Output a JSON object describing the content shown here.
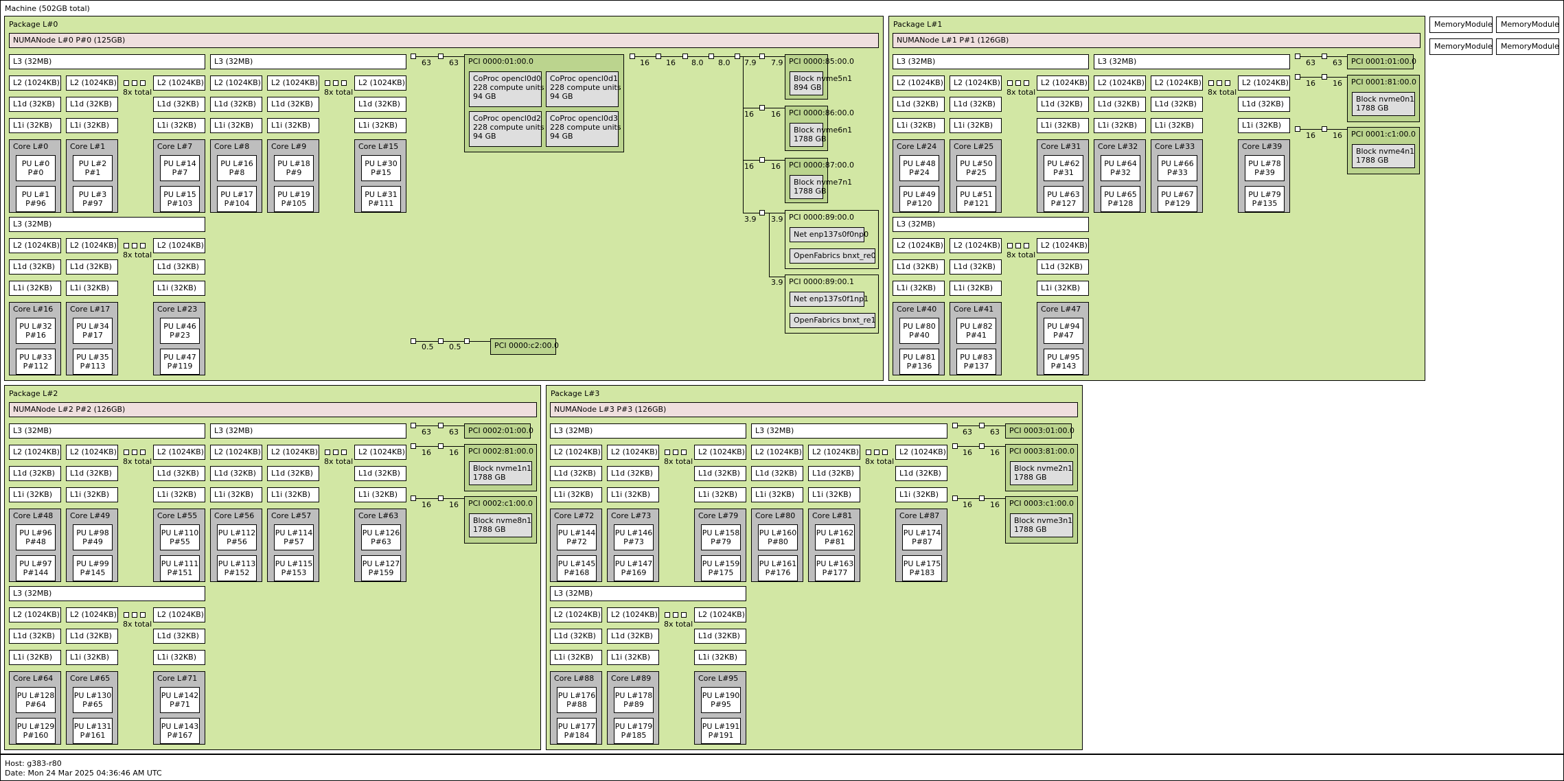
{
  "machine_title": "Machine (502GB total)",
  "footer": {
    "host": "Host: g383-r80",
    "date": "Date: Mon 24 Mar 2025 04:36:46 AM UTC"
  },
  "memory_modules": [
    "MemoryModule",
    "MemoryModule",
    "MemoryModule",
    "MemoryModule"
  ],
  "l2_label": "L2 (1024KB)",
  "l1d_label": "L1d (32KB)",
  "l1i_label": "L1i (32KB)",
  "l3_label": "L3 (32MB)",
  "total_label": "8x total",
  "packages": [
    {
      "title": "Package L#0",
      "numa": "NUMANode L#0 P#0 (125GB)",
      "groups": [
        {
          "cores": [
            {
              "name": "Core L#0",
              "pu": [
                [
                  "PU L#0",
                  "P#0"
                ],
                [
                  "PU L#1",
                  "P#96"
                ]
              ]
            },
            {
              "name": "Core L#1",
              "pu": [
                [
                  "PU L#2",
                  "P#1"
                ],
                [
                  "PU L#3",
                  "P#97"
                ]
              ]
            },
            {
              "name": "Core L#7",
              "pu": [
                [
                  "PU L#14",
                  "P#7"
                ],
                [
                  "PU L#15",
                  "P#103"
                ]
              ]
            }
          ]
        },
        {
          "cores": [
            {
              "name": "Core L#8",
              "pu": [
                [
                  "PU L#16",
                  "P#8"
                ],
                [
                  "PU L#17",
                  "P#104"
                ]
              ]
            },
            {
              "name": "Core L#9",
              "pu": [
                [
                  "PU L#18",
                  "P#9"
                ],
                [
                  "PU L#19",
                  "P#105"
                ]
              ]
            },
            {
              "name": "Core L#15",
              "pu": [
                [
                  "PU L#30",
                  "P#15"
                ],
                [
                  "PU L#31",
                  "P#111"
                ]
              ]
            }
          ]
        },
        {
          "cores": [
            {
              "name": "Core L#16",
              "pu": [
                [
                  "PU L#32",
                  "P#16"
                ],
                [
                  "PU L#33",
                  "P#112"
                ]
              ]
            },
            {
              "name": "Core L#17",
              "pu": [
                [
                  "PU L#34",
                  "P#17"
                ],
                [
                  "PU L#35",
                  "P#113"
                ]
              ]
            },
            {
              "name": "Core L#23",
              "pu": [
                [
                  "PU L#46",
                  "P#23"
                ],
                [
                  "PU L#47",
                  "P#119"
                ]
              ]
            }
          ]
        }
      ],
      "pci": [
        {
          "name": "PCI 0000:01:00.0",
          "devs": [
            [
              "CoProc opencl0d0",
              "228 compute units",
              "94 GB"
            ],
            [
              "CoProc opencl0d1",
              "228 compute units",
              "94 GB"
            ],
            [
              "CoProc opencl0d2",
              "228 compute units",
              "94 GB"
            ],
            [
              "CoProc opencl0d3",
              "228 compute units",
              "94 GB"
            ]
          ]
        },
        {
          "name": "PCI 0000:85:00.0",
          "devs": [
            [
              "Block nvme5n1",
              "894 GB"
            ]
          ]
        },
        {
          "name": "PCI 0000:86:00.0",
          "devs": [
            [
              "Block nvme6n1",
              "1788 GB"
            ]
          ]
        },
        {
          "name": "PCI 0000:87:00.0",
          "devs": [
            [
              "Block nvme7n1",
              "1788 GB"
            ]
          ]
        },
        {
          "name": "PCI 0000:89:00.0",
          "devs": [
            [
              "Net enp137s0f0np0"
            ],
            [
              "OpenFabrics bnxt_re0"
            ]
          ]
        },
        {
          "name": "PCI 0000:89:00.1",
          "devs": [
            [
              "Net enp137s0f1np1"
            ],
            [
              "OpenFabrics bnxt_re1"
            ]
          ]
        },
        {
          "name": "PCI 0000:c2:00.0",
          "devs": []
        }
      ],
      "links": {
        "a": [
          "63",
          "63"
        ],
        "b": [
          "16",
          "16",
          "8.0",
          "8.0",
          "7.9",
          "7.9"
        ],
        "c": [
          "16",
          "16"
        ],
        "d": [
          "16",
          "16"
        ],
        "e": [
          "3.9",
          "3.9"
        ],
        "f": [
          "3.9"
        ],
        "g": [
          "0.5",
          "0.5"
        ]
      }
    },
    {
      "title": "Package L#1",
      "numa": "NUMANode L#1 P#1 (126GB)",
      "groups": [
        {
          "cores": [
            {
              "name": "Core L#24",
              "pu": [
                [
                  "PU L#48",
                  "P#24"
                ],
                [
                  "PU L#49",
                  "P#120"
                ]
              ]
            },
            {
              "name": "Core L#25",
              "pu": [
                [
                  "PU L#50",
                  "P#25"
                ],
                [
                  "PU L#51",
                  "P#121"
                ]
              ]
            },
            {
              "name": "Core L#31",
              "pu": [
                [
                  "PU L#62",
                  "P#31"
                ],
                [
                  "PU L#63",
                  "P#127"
                ]
              ]
            }
          ]
        },
        {
          "cores": [
            {
              "name": "Core L#32",
              "pu": [
                [
                  "PU L#64",
                  "P#32"
                ],
                [
                  "PU L#65",
                  "P#128"
                ]
              ]
            },
            {
              "name": "Core L#33",
              "pu": [
                [
                  "PU L#66",
                  "P#33"
                ],
                [
                  "PU L#67",
                  "P#129"
                ]
              ]
            },
            {
              "name": "Core L#39",
              "pu": [
                [
                  "PU L#78",
                  "P#39"
                ],
                [
                  "PU L#79",
                  "P#135"
                ]
              ]
            }
          ]
        },
        {
          "cores": [
            {
              "name": "Core L#40",
              "pu": [
                [
                  "PU L#80",
                  "P#40"
                ],
                [
                  "PU L#81",
                  "P#136"
                ]
              ]
            },
            {
              "name": "Core L#41",
              "pu": [
                [
                  "PU L#82",
                  "P#41"
                ],
                [
                  "PU L#83",
                  "P#137"
                ]
              ]
            },
            {
              "name": "Core L#47",
              "pu": [
                [
                  "PU L#94",
                  "P#47"
                ],
                [
                  "PU L#95",
                  "P#143"
                ]
              ]
            }
          ]
        }
      ],
      "pci": [
        {
          "name": "PCI 0001:01:00.0",
          "devs": []
        },
        {
          "name": "PCI 0001:81:00.0",
          "devs": [
            [
              "Block nvme0n1",
              "1788 GB"
            ]
          ]
        },
        {
          "name": "PCI 0001:c1:00.0",
          "devs": [
            [
              "Block nvme4n1",
              "1788 GB"
            ]
          ]
        }
      ],
      "links": [
        "63",
        "63",
        "16",
        "16",
        "16",
        "16"
      ]
    },
    {
      "title": "Package L#2",
      "numa": "NUMANode L#2 P#2 (126GB)",
      "groups": [
        {
          "cores": [
            {
              "name": "Core L#48",
              "pu": [
                [
                  "PU L#96",
                  "P#48"
                ],
                [
                  "PU L#97",
                  "P#144"
                ]
              ]
            },
            {
              "name": "Core L#49",
              "pu": [
                [
                  "PU L#98",
                  "P#49"
                ],
                [
                  "PU L#99",
                  "P#145"
                ]
              ]
            },
            {
              "name": "Core L#55",
              "pu": [
                [
                  "PU L#110",
                  "P#55"
                ],
                [
                  "PU L#111",
                  "P#151"
                ]
              ]
            }
          ]
        },
        {
          "cores": [
            {
              "name": "Core L#56",
              "pu": [
                [
                  "PU L#112",
                  "P#56"
                ],
                [
                  "PU L#113",
                  "P#152"
                ]
              ]
            },
            {
              "name": "Core L#57",
              "pu": [
                [
                  "PU L#114",
                  "P#57"
                ],
                [
                  "PU L#115",
                  "P#153"
                ]
              ]
            },
            {
              "name": "Core L#63",
              "pu": [
                [
                  "PU L#126",
                  "P#63"
                ],
                [
                  "PU L#127",
                  "P#159"
                ]
              ]
            }
          ]
        },
        {
          "cores": [
            {
              "name": "Core L#64",
              "pu": [
                [
                  "PU L#128",
                  "P#64"
                ],
                [
                  "PU L#129",
                  "P#160"
                ]
              ]
            },
            {
              "name": "Core L#65",
              "pu": [
                [
                  "PU L#130",
                  "P#65"
                ],
                [
                  "PU L#131",
                  "P#161"
                ]
              ]
            },
            {
              "name": "Core L#71",
              "pu": [
                [
                  "PU L#142",
                  "P#71"
                ],
                [
                  "PU L#143",
                  "P#167"
                ]
              ]
            }
          ]
        }
      ],
      "pci": [
        {
          "name": "PCI 0002:01:00.0",
          "devs": []
        },
        {
          "name": "PCI 0002:81:00.0",
          "devs": [
            [
              "Block nvme1n1",
              "1788 GB"
            ]
          ]
        },
        {
          "name": "PCI 0002:c1:00.0",
          "devs": [
            [
              "Block nvme8n1",
              "1788 GB"
            ]
          ]
        }
      ],
      "links": [
        "63",
        "63",
        "16",
        "16",
        "16",
        "16"
      ]
    },
    {
      "title": "Package L#3",
      "numa": "NUMANode L#3 P#3 (126GB)",
      "groups": [
        {
          "cores": [
            {
              "name": "Core L#72",
              "pu": [
                [
                  "PU L#144",
                  "P#72"
                ],
                [
                  "PU L#145",
                  "P#168"
                ]
              ]
            },
            {
              "name": "Core L#73",
              "pu": [
                [
                  "PU L#146",
                  "P#73"
                ],
                [
                  "PU L#147",
                  "P#169"
                ]
              ]
            },
            {
              "name": "Core L#79",
              "pu": [
                [
                  "PU L#158",
                  "P#79"
                ],
                [
                  "PU L#159",
                  "P#175"
                ]
              ]
            }
          ]
        },
        {
          "cores": [
            {
              "name": "Core L#80",
              "pu": [
                [
                  "PU L#160",
                  "P#80"
                ],
                [
                  "PU L#161",
                  "P#176"
                ]
              ]
            },
            {
              "name": "Core L#81",
              "pu": [
                [
                  "PU L#162",
                  "P#81"
                ],
                [
                  "PU L#163",
                  "P#177"
                ]
              ]
            },
            {
              "name": "Core L#87",
              "pu": [
                [
                  "PU L#174",
                  "P#87"
                ],
                [
                  "PU L#175",
                  "P#183"
                ]
              ]
            }
          ]
        },
        {
          "cores": [
            {
              "name": "Core L#88",
              "pu": [
                [
                  "PU L#176",
                  "P#88"
                ],
                [
                  "PU L#177",
                  "P#184"
                ]
              ]
            },
            {
              "name": "Core L#89",
              "pu": [
                [
                  "PU L#178",
                  "P#89"
                ],
                [
                  "PU L#179",
                  "P#185"
                ]
              ]
            },
            {
              "name": "Core L#95",
              "pu": [
                [
                  "PU L#190",
                  "P#95"
                ],
                [
                  "PU L#191",
                  "P#191"
                ]
              ]
            }
          ]
        }
      ],
      "pci": [
        {
          "name": "PCI 0003:01:00.0",
          "devs": []
        },
        {
          "name": "PCI 0003:81:00.0",
          "devs": [
            [
              "Block nvme2n1",
              "1788 GB"
            ]
          ]
        },
        {
          "name": "PCI 0003:c1:00.0",
          "devs": [
            [
              "Block nvme3n1",
              "1788 GB"
            ]
          ]
        }
      ],
      "links": [
        "63",
        "63",
        "16",
        "16",
        "16",
        "16"
      ]
    }
  ]
}
